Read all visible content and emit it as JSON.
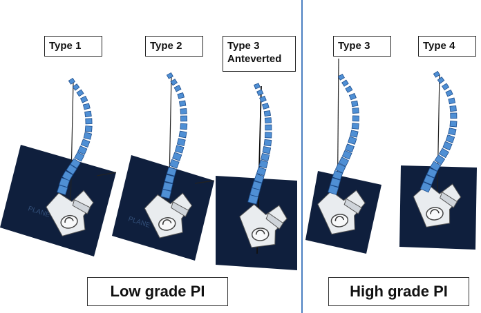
{
  "types": [
    {
      "label": "Type 1"
    },
    {
      "label": "Type 2"
    },
    {
      "label": "Type 3",
      "sublabel": "Anteverted"
    },
    {
      "label": "Type 3"
    },
    {
      "label": "Type 4"
    }
  ],
  "groups": {
    "low": "Low grade PI",
    "high": "High grade PI"
  },
  "plane_watermark": "PLANE",
  "colors": {
    "plane": "#0f1f3d",
    "vertebra": "#4f8fd4",
    "vertebra_edge": "#1d4d8c",
    "divider": "#4a7fc1"
  }
}
